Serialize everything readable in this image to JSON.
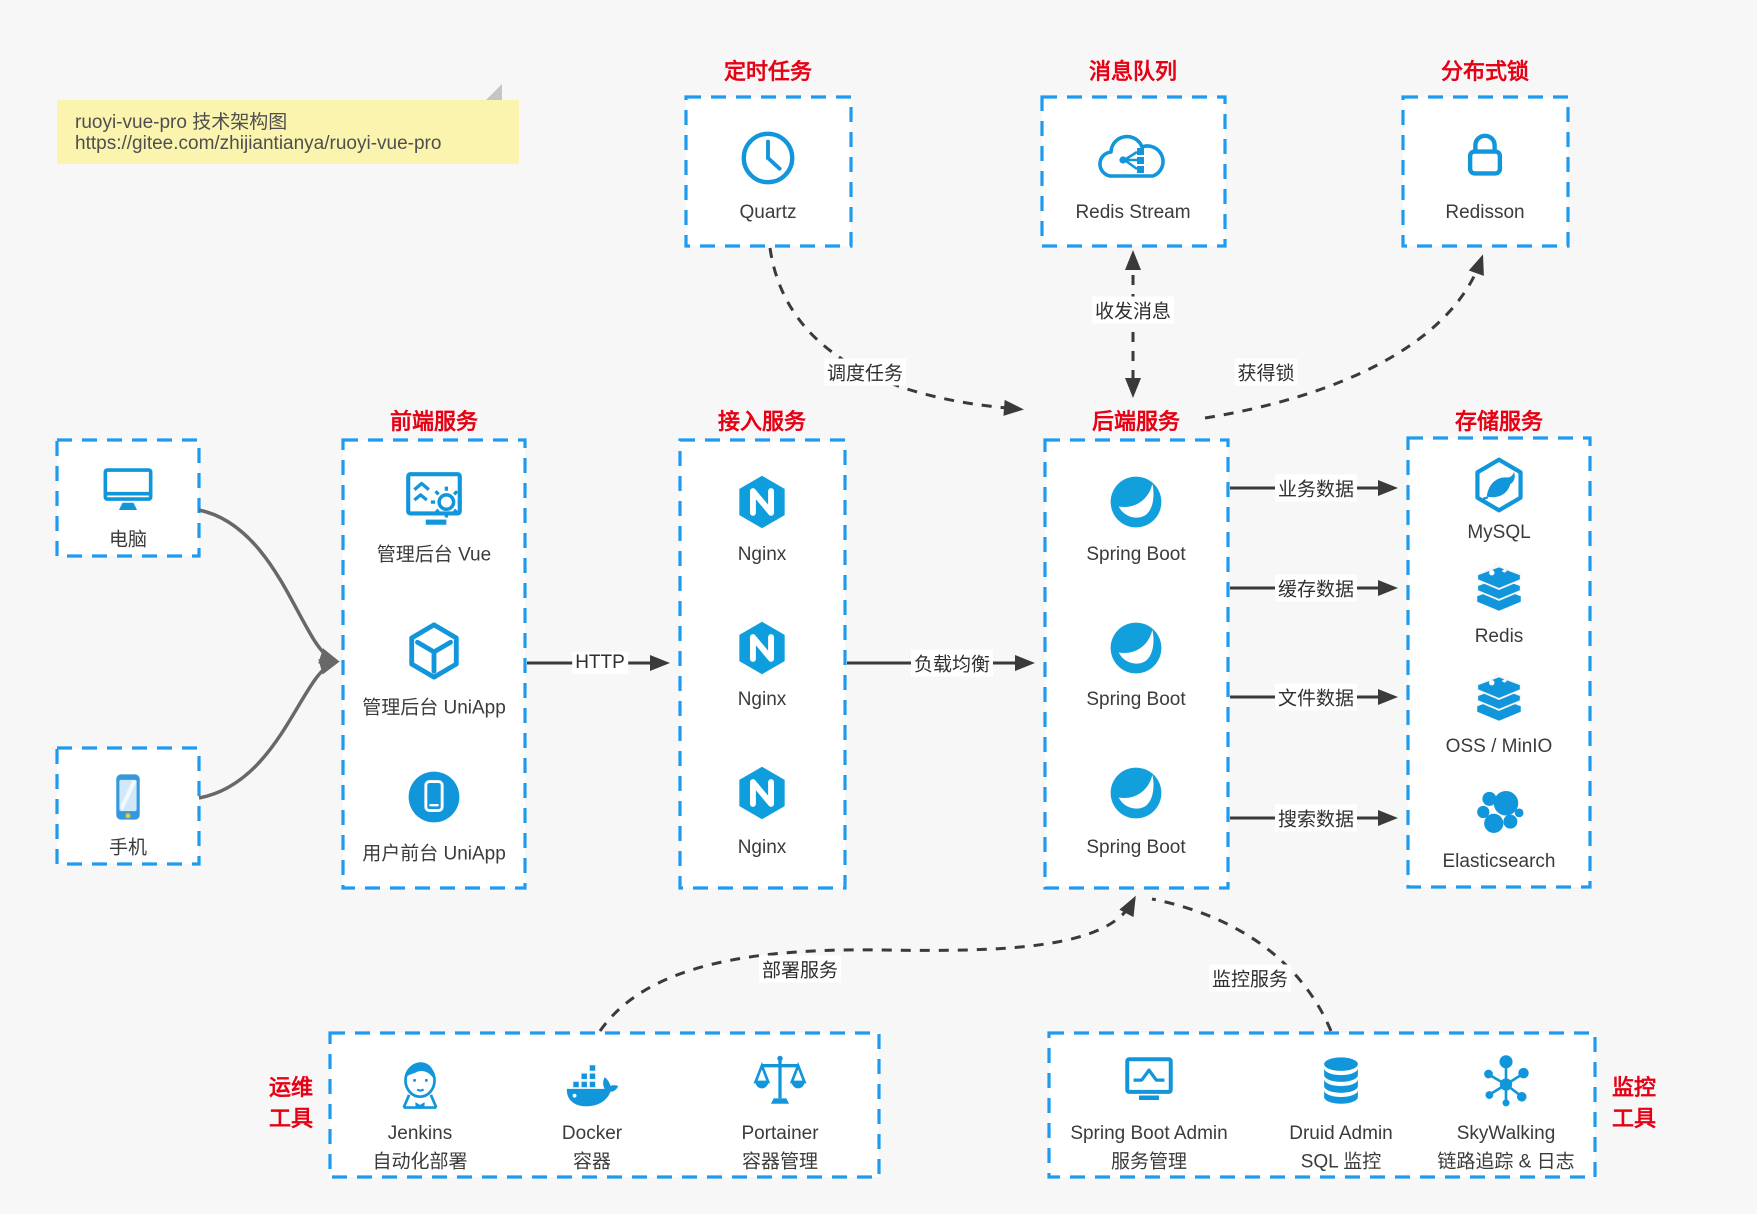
{
  "meta": {
    "note_line1": "ruoyi-vue-pro 技术架构图",
    "note_line2": "https://gitee.com/zhijiantianya/ruoyi-vue-pro"
  },
  "colors": {
    "canvas_bg": "#f7f7f8",
    "icon_blue": "#1296db",
    "border_blue": "#1e9bef",
    "title_red": "#e60114",
    "note_bg": "#fbf4ae",
    "arrow_dark": "#3a3a3a",
    "client_arrow_gray": "#686868"
  },
  "clients": {
    "pc": {
      "label": "电脑",
      "icon": "desktop-icon"
    },
    "mobile": {
      "label": "手机",
      "icon": "smartphone-icon"
    }
  },
  "groups": {
    "scheduler": {
      "title": "定时任务",
      "items": [
        {
          "label": "Quartz",
          "icon": "clock-icon"
        }
      ]
    },
    "mq": {
      "title": "消息队列",
      "items": [
        {
          "label": "Redis Stream",
          "icon": "cloud-share-icon"
        }
      ]
    },
    "lock": {
      "title": "分布式锁",
      "items": [
        {
          "label": "Redisson",
          "icon": "lock-icon"
        }
      ]
    },
    "frontend": {
      "title": "前端服务",
      "items": [
        {
          "label": "管理后台 Vue",
          "icon": "admin-monitor-gear-icon"
        },
        {
          "label": "管理后台 UniApp",
          "icon": "cube-icon"
        },
        {
          "label": "用户前台 UniApp",
          "icon": "mobile-app-circle-icon"
        }
      ]
    },
    "gateway": {
      "title": "接入服务",
      "items": [
        {
          "label": "Nginx",
          "icon": "nginx-icon"
        },
        {
          "label": "Nginx",
          "icon": "nginx-icon"
        },
        {
          "label": "Nginx",
          "icon": "nginx-icon"
        }
      ]
    },
    "backend": {
      "title": "后端服务",
      "items": [
        {
          "label": "Spring Boot",
          "icon": "spring-leaf-icon"
        },
        {
          "label": "Spring Boot",
          "icon": "spring-leaf-icon"
        },
        {
          "label": "Spring Boot",
          "icon": "spring-leaf-icon"
        }
      ]
    },
    "storage": {
      "title": "存储服务",
      "items": [
        {
          "label": "MySQL",
          "icon": "mysql-dolphin-icon"
        },
        {
          "label": "Redis",
          "icon": "redis-stack-icon"
        },
        {
          "label": "OSS / MinIO",
          "icon": "oss-stack-icon"
        },
        {
          "label": "Elasticsearch",
          "icon": "elasticsearch-icon"
        }
      ]
    },
    "devops": {
      "title": "运维工具",
      "items": [
        {
          "label": "Jenkins",
          "sublabel": "自动化部署",
          "icon": "jenkins-icon"
        },
        {
          "label": "Docker",
          "sublabel": "容器",
          "icon": "docker-whale-icon"
        },
        {
          "label": "Portainer",
          "sublabel": "容器管理",
          "icon": "portainer-scales-icon"
        }
      ]
    },
    "monitoring": {
      "title": "监控工具",
      "items": [
        {
          "label": "Spring Boot Admin",
          "sublabel": "服务管理",
          "icon": "spring-boot-admin-icon"
        },
        {
          "label": "Druid Admin",
          "sublabel": "SQL 监控",
          "icon": "druid-database-icon"
        },
        {
          "label": "SkyWalking",
          "sublabel": "链路追踪 & 日志",
          "icon": "skywalking-icon"
        }
      ]
    }
  },
  "edges": {
    "http": {
      "label": "HTTP"
    },
    "load_balance": {
      "label": "负载均衡"
    },
    "business_data": {
      "label": "业务数据"
    },
    "cache_data": {
      "label": "缓存数据"
    },
    "file_data": {
      "label": "文件数据"
    },
    "search_data": {
      "label": "搜索数据"
    },
    "schedule_job": {
      "label": "调度任务"
    },
    "send_receive_msg": {
      "label": "收发消息"
    },
    "acquire_lock": {
      "label": "获得锁"
    },
    "deploy_service": {
      "label": "部署服务"
    },
    "monitor_service": {
      "label": "监控服务"
    }
  }
}
